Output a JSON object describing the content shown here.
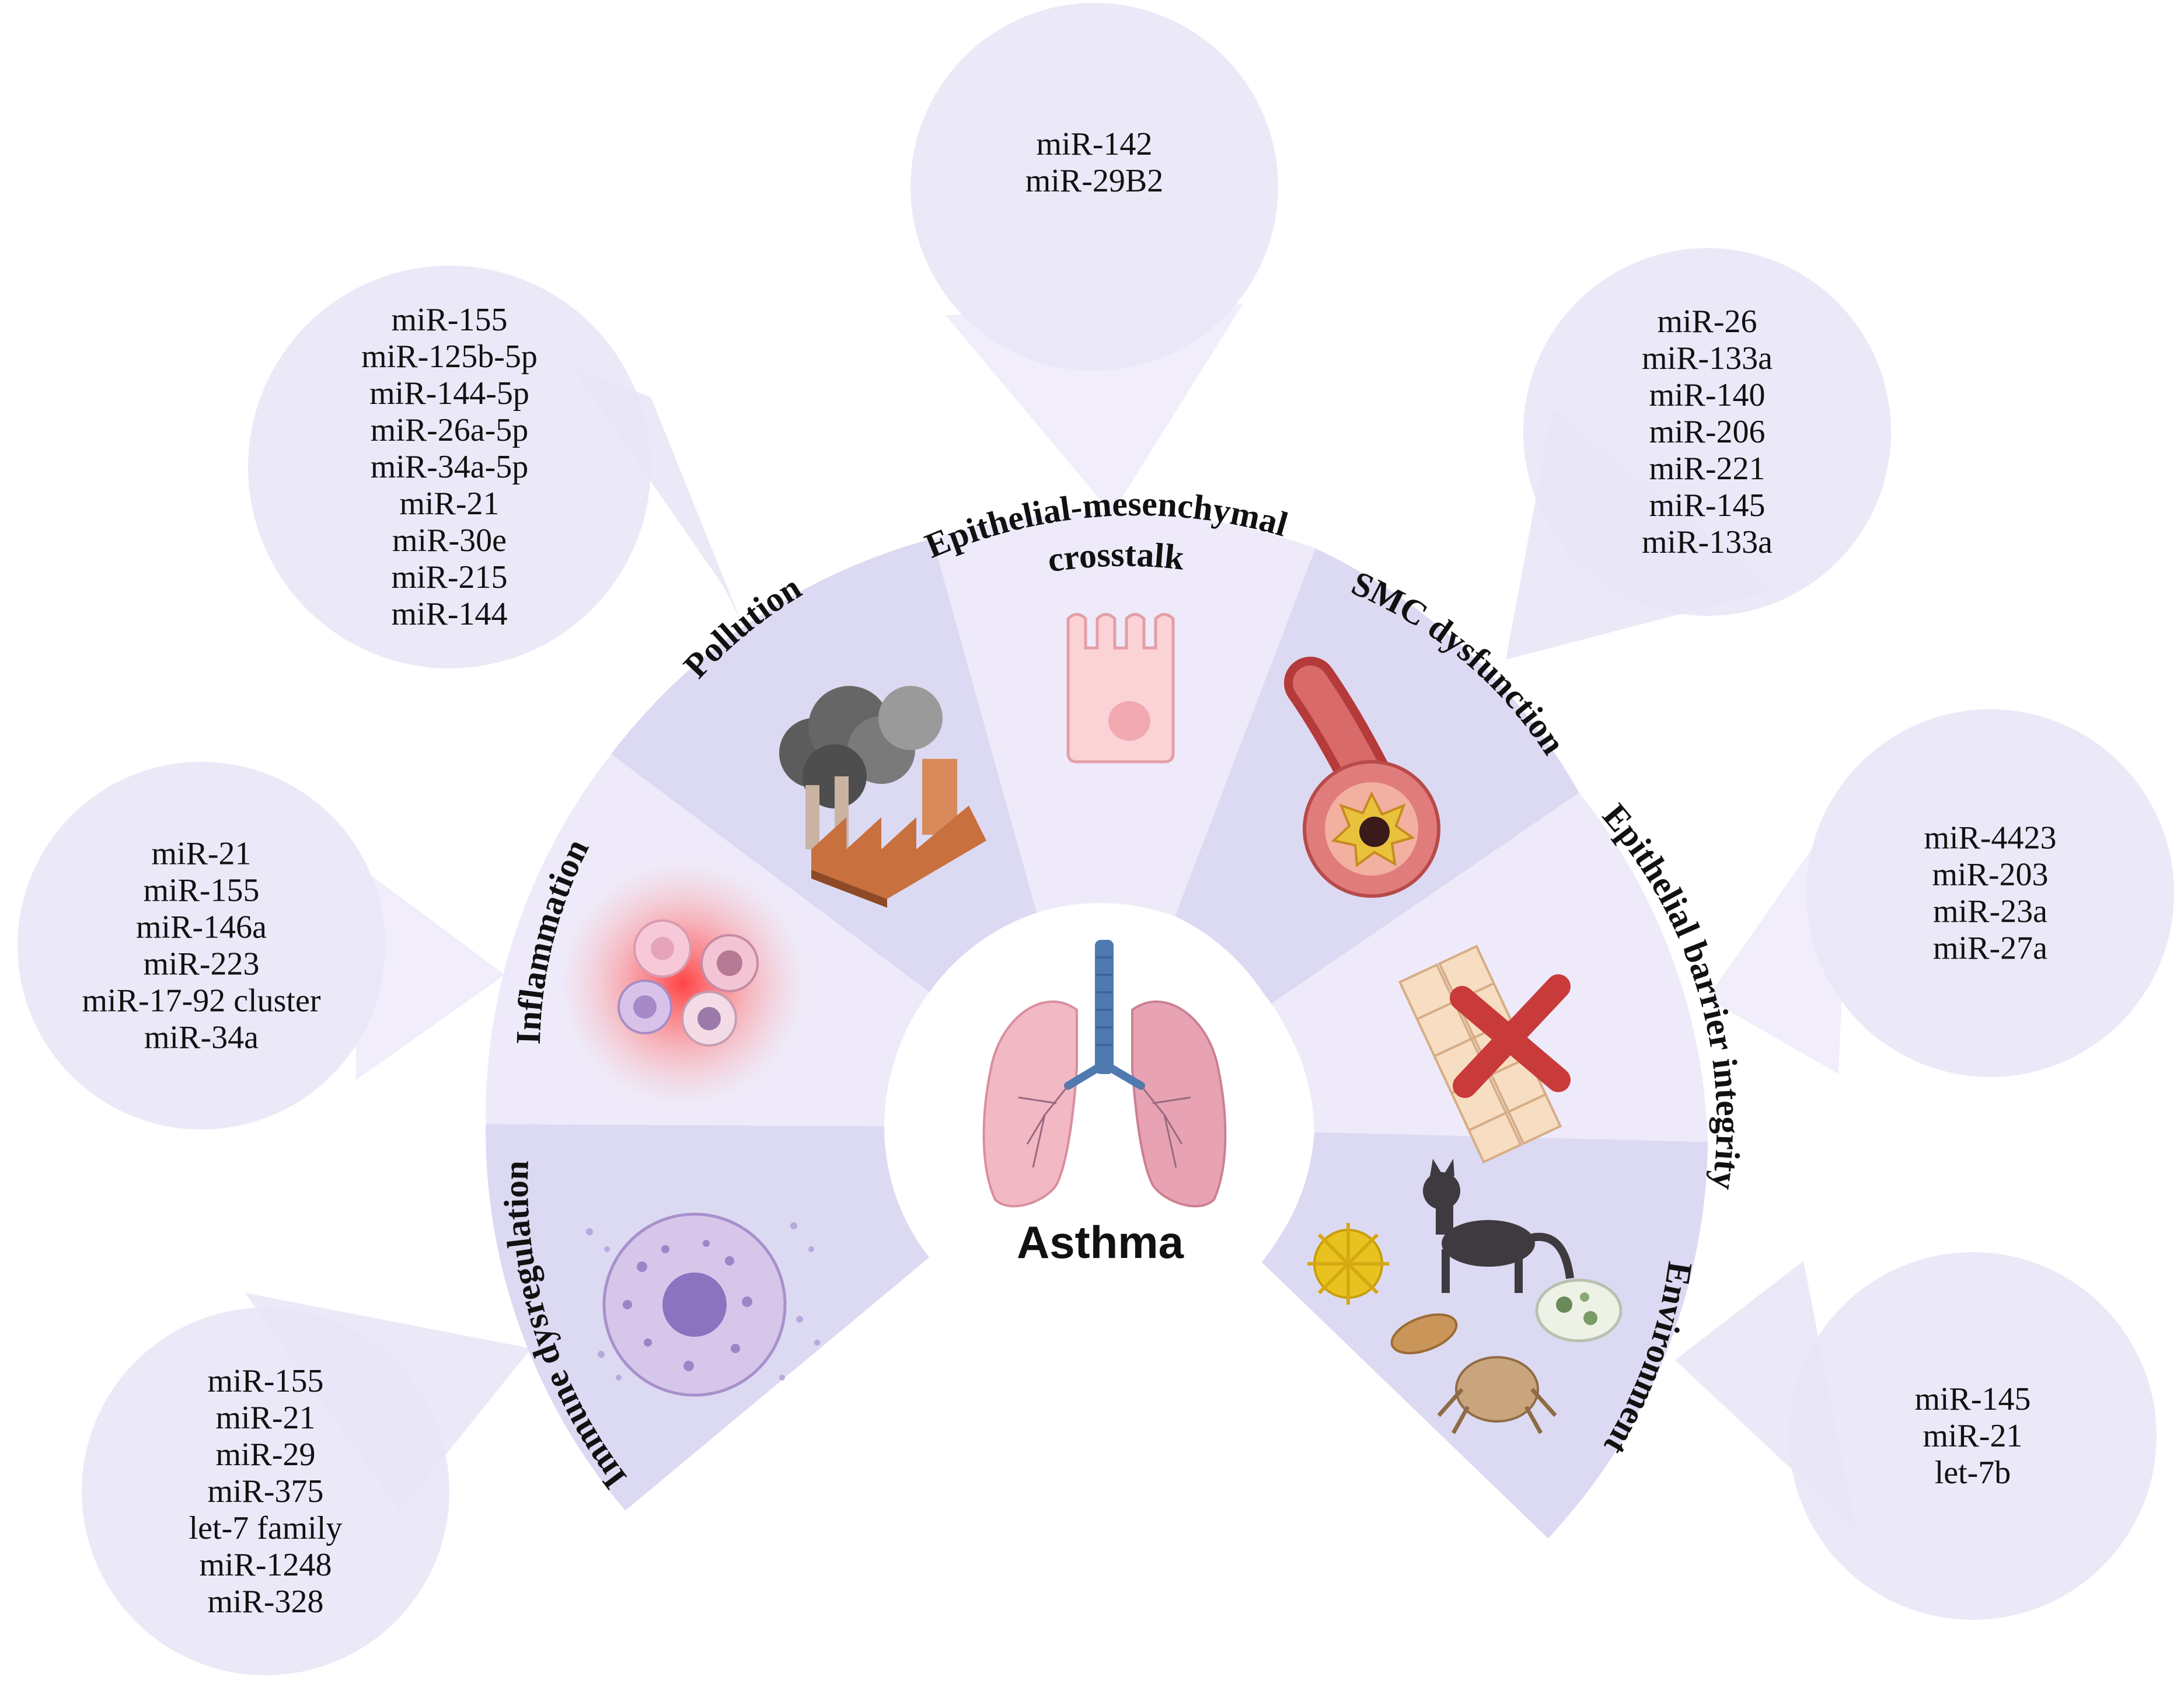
{
  "center": {
    "title": "Asthma",
    "icon": "lungs-icon"
  },
  "colors": {
    "sector_dark": "#dcdaf2",
    "sector_light": "#eeeaf9",
    "bubble": "#e9e5f7",
    "inflammation_glow": "#ff4a4a"
  },
  "sectors": [
    {
      "key": "immune",
      "label": "Immune dysregulation",
      "icon": "immune-cell-icon",
      "mirnas": [
        "miR-155",
        "miR-21",
        "miR-29",
        "miR-375",
        "let-7 family",
        "miR-1248",
        "miR-328"
      ]
    },
    {
      "key": "inflammation",
      "label": "Inflammation",
      "icon": "leukocytes-icon",
      "mirnas": [
        "miR-21",
        "miR-155",
        "miR-146a",
        "miR-223",
        "miR-17-92 cluster",
        "miR-34a"
      ]
    },
    {
      "key": "pollution",
      "label": "Pollution",
      "icon": "factory-smoke-icon",
      "mirnas": [
        "miR-155",
        "miR-125b-5p",
        "miR-144-5p",
        "miR-26a-5p",
        "miR-34a-5p",
        "miR-21",
        "miR-30e",
        "miR-215",
        "miR-144"
      ]
    },
    {
      "key": "emt",
      "label_lines": [
        "Epithelial-mesenchymal",
        "crosstalk"
      ],
      "icon": "epithelial-cell-icon",
      "mirnas": [
        "miR-142",
        "miR-29B2"
      ]
    },
    {
      "key": "smc",
      "label": "SMC dysfunction",
      "icon": "airway-tube-icon",
      "mirnas": [
        "miR-26",
        "miR-133a",
        "miR-140",
        "miR-206",
        "miR-221",
        "miR-145",
        "miR-133a"
      ]
    },
    {
      "key": "barrier",
      "label": "Epithelial barrier integrity",
      "icon": "barrier-cross-icon",
      "mirnas": [
        "miR-4423",
        "miR-203",
        "miR-23a",
        "miR-27a"
      ]
    },
    {
      "key": "environment",
      "label": "Environment",
      "icon": "allergens-icon",
      "mirnas": [
        "miR-145",
        "miR-21",
        "let-7b"
      ]
    }
  ]
}
